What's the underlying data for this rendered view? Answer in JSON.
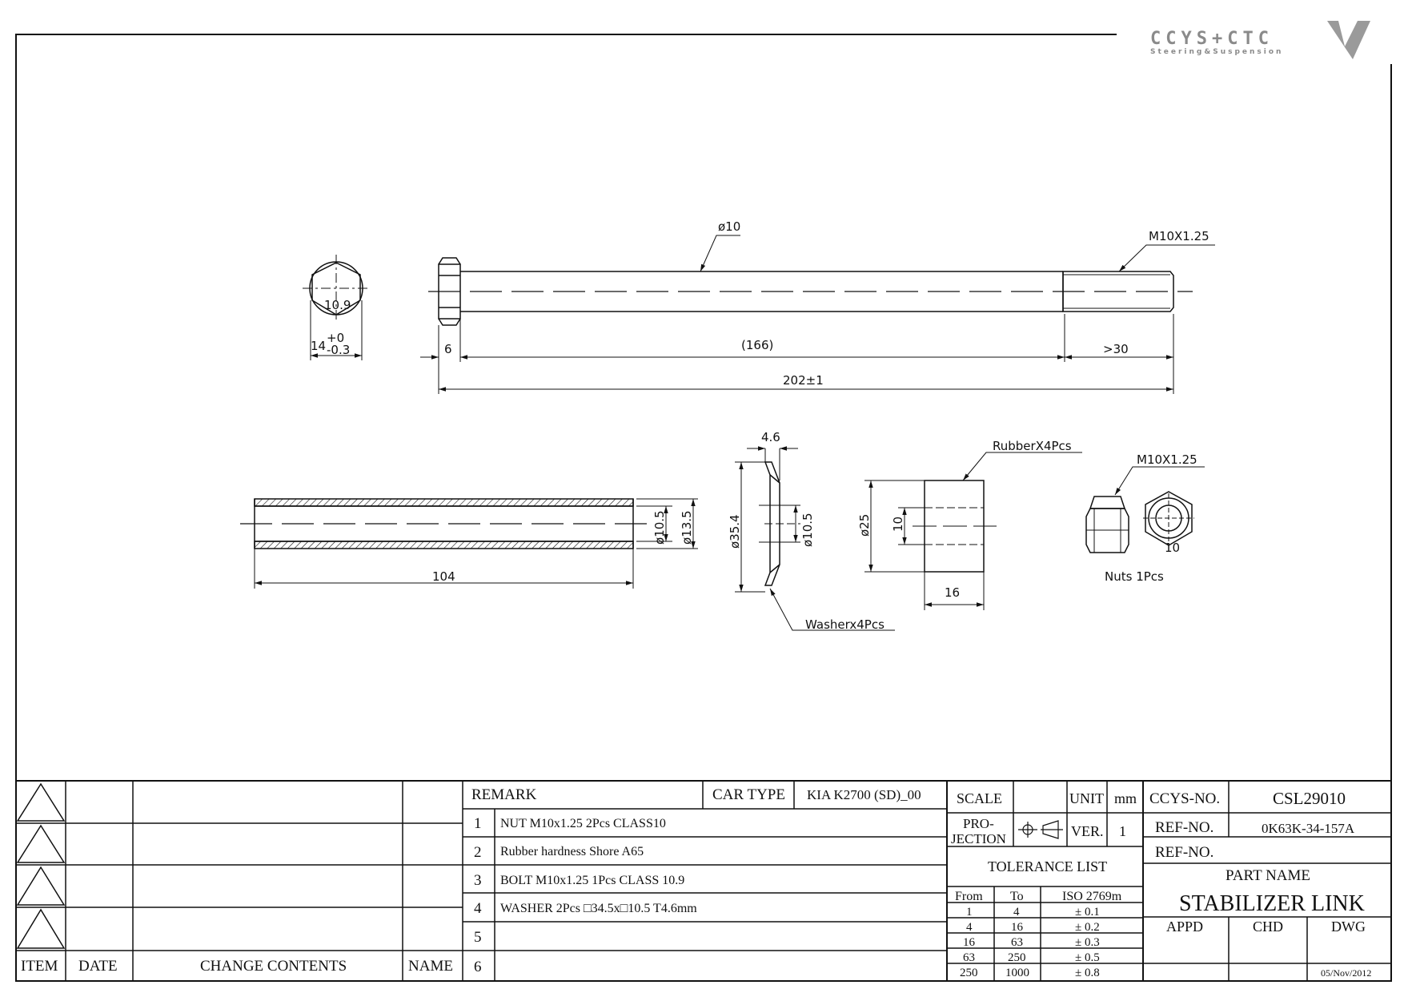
{
  "logo": {
    "brand": "CCYS+CTC",
    "tagline": "Steering&Suspension"
  },
  "drawing": {
    "bolt": {
      "head_grade": "10.9",
      "head_width_dim": "14",
      "head_tol_upper": "+0",
      "head_tol_lower": "-0.3",
      "shank_dia": "ø10",
      "thread": "M10X1.25",
      "head_height": "6",
      "shank_length": "(166)",
      "thread_length": ">30",
      "overall_length": "202±1"
    },
    "sleeve": {
      "length": "104",
      "inner_dia": "ø10.5",
      "outer_dia": "ø13.5"
    },
    "washer": {
      "thickness": "4.6",
      "outer_dia": "ø35.4",
      "inner_dia": "ø10.5",
      "label": "Washerx4Pcs"
    },
    "rubber": {
      "label": "RubberX4Pcs",
      "outer_dia": "ø25",
      "inner_dia": "10",
      "length": "16"
    },
    "nut": {
      "thread": "M10X1.25",
      "label": "Nuts  1Pcs",
      "mark": "10"
    }
  },
  "revision_table": {
    "headers": {
      "item": "ITEM",
      "date": "DATE",
      "change": "CHANGE CONTENTS",
      "name": "NAME"
    }
  },
  "remarks": {
    "header": "REMARK",
    "car_type_label": "CAR TYPE",
    "car_type_value": "KIA  K2700 (SD)_00",
    "rows": [
      {
        "num": "1",
        "text": "NUT M10x1.25 2Pcs CLASS10"
      },
      {
        "num": "2",
        "text": "Rubber hardness Shore A65"
      },
      {
        "num": "3",
        "text": "BOLT  M10x1.25 1Pcs CLASS 10.9"
      },
      {
        "num": "4",
        "text": "WASHER 2Pcs □34.5x□10.5 T4.6mm"
      },
      {
        "num": "5",
        "text": ""
      },
      {
        "num": "6",
        "text": ""
      }
    ]
  },
  "spec": {
    "scale_label": "SCALE",
    "scale_value": "",
    "unit_label": "UNIT",
    "unit_value": "mm",
    "projection_label_1": "PRO-",
    "projection_label_2": "JECTION",
    "ver_label": "VER.",
    "ver_value": "1",
    "tolerance_title": "TOLERANCE LIST",
    "tolerance_headers": [
      "From",
      "To",
      "ISO 2769m"
    ],
    "tolerance_rows": [
      [
        "1",
        "4",
        "± 0.1"
      ],
      [
        "4",
        "16",
        "± 0.2"
      ],
      [
        "16",
        "63",
        "± 0.3"
      ],
      [
        "63",
        "250",
        "± 0.5"
      ],
      [
        "250",
        "1000",
        "± 0.8"
      ]
    ]
  },
  "title_block": {
    "ccys_no_label": "CCYS-NO.",
    "ccys_no_value": "CSL29010",
    "ref_no_label": "REF-NO.",
    "ref_no_value": "0K63K-34-157A",
    "ref_no2_label": "REF-NO.",
    "ref_no2_value": "",
    "part_name_label": "PART NAME",
    "part_name_value": "STABILIZER LINK",
    "appd_label": "APPD",
    "chd_label": "CHD",
    "dwg_label": "DWG",
    "date": "05/Nov/2012"
  }
}
